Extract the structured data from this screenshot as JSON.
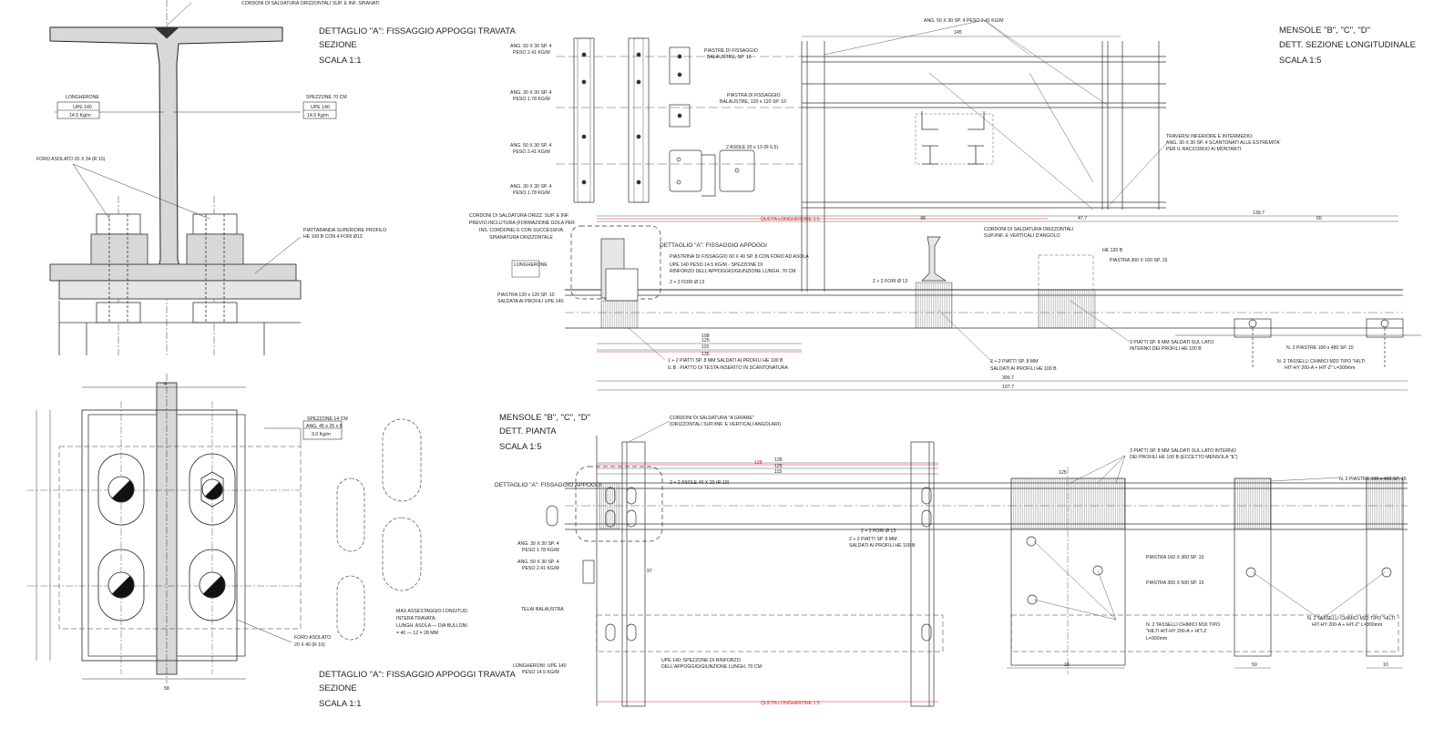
{
  "detail_a_top": {
    "title": "DETTAGLIO \"A\": FISSAGGIO APPOGGI TRAVATA",
    "subtitle": "SEZIONE",
    "scale": "SCALA 1:1",
    "weld_note": "CORDONI DI SALDATURA ORIZZONTALI SUP. E INF. SPIANATI",
    "longherone_title": "LONGHERONE",
    "longherone_profile": "UPE 140",
    "longherone_weight": "14.5 Kg/m",
    "spezzone_title": "SPEZZONE 70 CM",
    "spezzone_profile": "UPE 140",
    "spezzone_weight": "14.5 Kg/m",
    "slot_label": "FORO ASOLATO 20 X 34 (R 10)",
    "flange_label_1": "PIATTABANDA SUPERIORE PROFILO",
    "flange_label_2": "HE 100 B CON 4 FORI Ø13"
  },
  "detail_a_bottom": {
    "title": "DETTAGLIO \"A\": FISSAGGIO APPOGGI TRAVATA",
    "subtitle": "SEZIONE",
    "scale": "SCALA 1:1",
    "spezzone_title": "SPEZZONE 14 CM",
    "spezzone_profile": "ANG. 45 x 25 x 8",
    "spezzone_weight": "3.0 Kg/m",
    "foro_label": "FORO ASOLATO",
    "foro_size": "20 X 40 (R 10)",
    "note_1": "MAX ASSESTAGGIO LONGITUD.",
    "note_2": "INTERA TRAVATA:",
    "note_3": "LUNGH. ASOLA — DIA BULLONI",
    "note_4": "= 40 — 12 = 28 MM",
    "dim_top": "4",
    "dim_bottom": "58"
  },
  "elevation": {
    "title": "MENSOLE \"B\", \"C\", \"D\"",
    "subtitle": "DETT. SEZIONE LONGITUDINALE",
    "scale": "SCALA 1:5",
    "ang_50_label": "ANG. 50 X 30 SP. 4 PESO 2.41 KG/M",
    "left_labels": [
      "ANG. 50 X 30 SP. 4",
      "PESO 2.41 KG/M",
      "ANG. 30 X 30 SP. 4",
      "PESO 1.78 KG/M",
      "ANG. 50 X 30 SP. 4",
      "PESO 2.41 KG/M",
      "ANG. 30 X 30 SP. 4",
      "PESO 1.78 KG/M"
    ],
    "piastra_balaustre_1": "PIASTRE DI FISSAGGIO",
    "piastra_balaustre_2": "BALAUSTRE, SP. 10",
    "piastra_balaustre_3": "PIASTRA DI FISSAGGIO",
    "piastra_balaustre_4": "BALAUSTRE, 120 x 120 SP. 10",
    "asole_label": "2 ASOLE 20 x 13 (R 6.5)",
    "traversi_1": "TRAVERSI INFERIORE E INTERMEDIO:",
    "traversi_2": "ANG. 30 X 30 SP. 4 SCANTONATI ALLE ESTREMITA'",
    "traversi_3": "PER IL RACCORDO AI MONTANTI",
    "cordoni_1": "CORDONI DI SALDATURA ORIZZ. SUP. E INF.",
    "cordoni_2": "PREVIO INCLUTURA (FORMAZIONE GOLA PER",
    "cordoni_3": "INS. CORDONE) E CON SUCCESSIVA",
    "cordoni_4": "SPIANATURA ORIZZONTALE",
    "longherone": "LONGHERONE",
    "dettaglio_a": "DETTAGLIO \"A\": FISSAGGIO APPOGGI",
    "piastra_asola_1": "PIASTRINA DI FISSAGGIO 60 X 40 SP. 8 CON FORO AD ASOLA",
    "piastra_asola_2": "UPE 140 PESO 14.5 KG/M - SPEZZONE DI",
    "piastra_asola_3": "RINFORZO DELL'APPOGGIO/GIUNZIONE LUNGH. 70 CM",
    "piastra_asola_4": "2 + 2 FORI Ø 13",
    "piastra_120_1": "PIASTRA 120 x 120 SP. 10",
    "piastra_120_2": "SALDATA AI PROFILI UPE 140",
    "cordoni_orizz_1": "CORDONI DI SALDATURA ORIZZONTALI",
    "cordoni_orizz_2": "SUP./INF. E VERTICALI D'ANGOLO",
    "he100": "HE 120 B",
    "piastra_360": "PIASTRA 360 X 160 SP. 15",
    "fori_13": "2 + 2 FORI Ø 13",
    "piatti_1": "1 + 2 PIATTI SP. 8 MM SALDATI AI PROFILI HE 100 B",
    "piatti_2": "IL B : PIATTO DI TESTA INSERITO IN SCANTONATURA",
    "piatti_3": "2 + 2 PIATTI SP. 8 MM",
    "piatti_4": "SALDATI AI PROFILI HE 100 B",
    "piatti_5": "3 PIATTI SP. 8 MM SALDATI SUL LATO",
    "piatti_6": "INTERNO DEI PROFILI HE 100 B",
    "piastre_480": "N. 2 PIASTRE 100 x 480 SP. 15",
    "tasselli_1": "N. 2 TASSELLI CHIMICI M20 TIPO \"HILTI",
    "tasselli_2": "HIT-HY 200-A + HIT-Z\" L=300mm",
    "red_label": "QUOTA LONGHERONE 1:5",
    "dims": [
      "145",
      "48",
      "47.7",
      "139.7",
      "65",
      "399.7",
      "107.7",
      "125",
      "115",
      "135",
      "108"
    ]
  },
  "plan": {
    "title": "MENSOLE \"B\", \"C\", \"D\"",
    "subtitle": "DETT. PIANTA",
    "scale": "SCALA 1:5",
    "cordoni_1": "CORDONI DI SALDATURA \"A GIRARE\"",
    "cordoni_2": "(ORIZZONTALI SUP./INF. E VERTICALI ANGOLARI)",
    "dettaglio_a": "DETTAGLIO \"A\": FISSAGGIO APPOGGI",
    "asole": "2 + 2 ASOLE 40 X 20 (R 10)",
    "fori": "2 + 2 FORI Ø 13",
    "piatti_1": "2 + 2 PIATTI SP. 8 MM",
    "piatti_2": "SALDATI AI PROFILI HE 100 B",
    "ang_30": "ANG. 30 X 30 SP. 4",
    "ang_30_peso": "PESO 1.78 KG/M",
    "ang_50": "ANG. 50 X 30 SP. 4",
    "ang_50_peso": "PESO 2.41 KG/M",
    "telai": "TELAI BALAUSTRA",
    "longherone_1": "LONGHERONI: UPE 140",
    "longherone_2": "PESO 14.5 KG/M",
    "upe_note_1": "UPE 140: SPEZZONE DI RINFORZO",
    "upe_note_2": "DELL'APPOGGIO/GIUNZIONE LUNGH. 70 CM",
    "piatti_lato_1": "3 PIATTI SP. 8 MM SALDATI SUL LATO INTERNO",
    "piatti_lato_2": "DEI PROFILI HE 100 B (ECCETTO MENSOLA \"E\")",
    "piastre_480": "N. 2 PIASTRE 100 x 480 SP. 15",
    "piastra_360": "PIASTRA 160 X 360 SP. 15",
    "piastra_300": "PIASTRA 300 X 500 SP. 15",
    "tasselli_1": "N. 2 TASSELLI CHIMICI M16 TIPO",
    "tasselli_2": "\"HILTI HIT-HY 200-A + HIT-Z",
    "tasselli_3": "L=300mm",
    "tasselli_r1": "N. 2 TASSELLI CHIMICI M20 TIPO \"HILTI",
    "tasselli_r2": "HIT-HY 200-A + HIT-Z\" L=300mm",
    "red_top": "128",
    "red_bottom": "QUOTA LONGHERONE 1:5",
    "dims": [
      "135",
      "125",
      "115",
      "125",
      "97",
      "50",
      "10",
      "18"
    ]
  }
}
